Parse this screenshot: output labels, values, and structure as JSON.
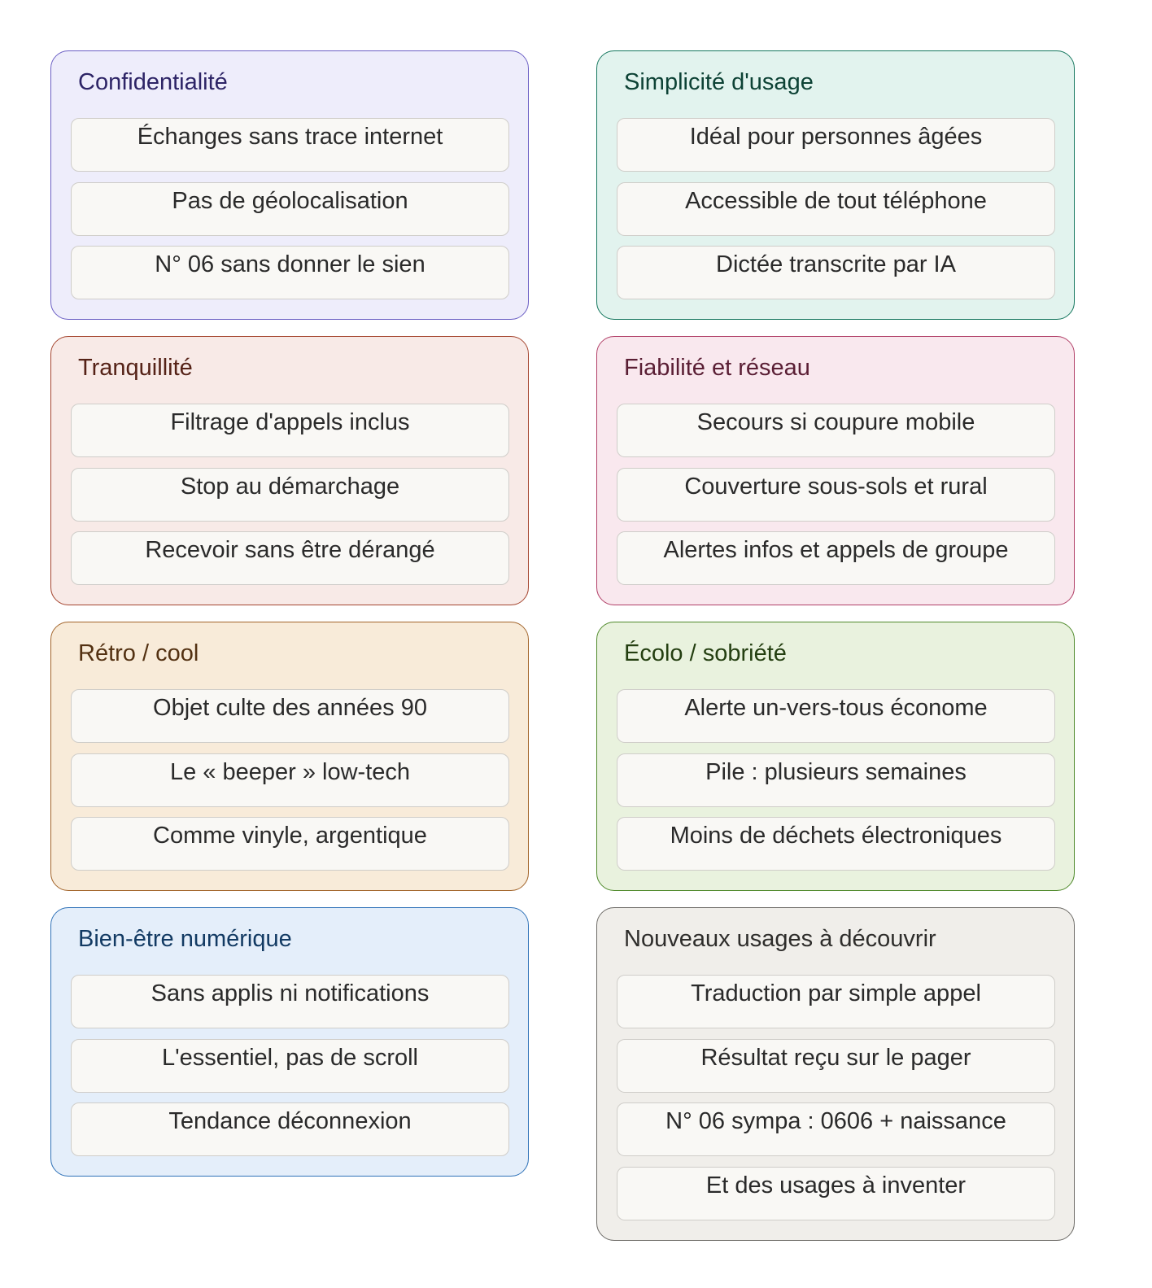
{
  "groups": [
    {
      "id": "confidentialite",
      "title": "Confidentialité",
      "colors": {
        "fill": "#eeedfb",
        "border": "#6a5ec4",
        "title": "#2d2466"
      },
      "items": [
        "Échanges sans trace internet",
        "Pas de géolocalisation",
        "N° 06 sans donner le sien"
      ]
    },
    {
      "id": "simplicite",
      "title": "Simplicité d'usage",
      "colors": {
        "fill": "#e2f3ee",
        "border": "#15775e",
        "title": "#0d4235"
      },
      "items": [
        "Idéal pour personnes âgées",
        "Accessible de tout téléphone",
        "Dictée transcrite par IA"
      ]
    },
    {
      "id": "tranquillite",
      "title": "Tranquillité",
      "colors": {
        "fill": "#f8eae7",
        "border": "#a5452f",
        "title": "#552217"
      },
      "items": [
        "Filtrage d'appels inclus",
        "Stop au démarchage",
        "Recevoir sans être dérangé"
      ]
    },
    {
      "id": "fiabilite",
      "title": "Fiabilité et réseau",
      "colors": {
        "fill": "#f9e8ee",
        "border": "#b13f67",
        "title": "#5a1e34"
      },
      "items": [
        "Secours si coupure mobile",
        "Couverture sous-sols et rural",
        "Alertes infos et appels de groupe"
      ]
    },
    {
      "id": "retro",
      "title": "Rétro / cool",
      "colors": {
        "fill": "#f8ebd9",
        "border": "#a2642a",
        "title": "#533112"
      },
      "items": [
        "Objet culte des années 90",
        "Le « beeper » low-tech",
        "Comme vinyle, argentique"
      ]
    },
    {
      "id": "ecolo",
      "title": "Écolo / sobriété",
      "colors": {
        "fill": "#e9f2de",
        "border": "#4f8a2b",
        "title": "#243f11"
      },
      "items": [
        "Alerte un-vers-tous économe",
        "Pile : plusieurs semaines",
        "Moins de déchets électroniques"
      ]
    },
    {
      "id": "bien-etre",
      "title": "Bien-être numérique",
      "colors": {
        "fill": "#e4eefa",
        "border": "#2f72b8",
        "title": "#123a63"
      },
      "items": [
        "Sans applis ni notifications",
        "L'essentiel, pas de scroll",
        "Tendance déconnexion"
      ]
    },
    {
      "id": "nouveaux-usages",
      "title": "Nouveaux usages à découvrir",
      "colors": {
        "fill": "#f0eeea",
        "border": "#6d6b67",
        "title": "#2e2d2b"
      },
      "items": [
        "Traduction par simple appel",
        "Résultat reçu sur le pager",
        "N° 06 sympa : 0606 + naissance",
        "Et des usages à inventer"
      ]
    }
  ]
}
